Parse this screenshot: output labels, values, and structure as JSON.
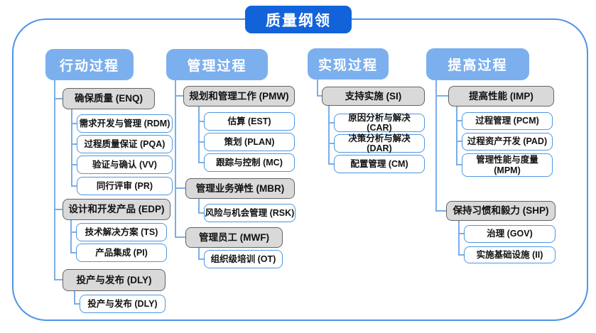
{
  "title": "质量纲领",
  "colors": {
    "title_bg": "#1263DA",
    "header_bg": "#7CAFEE",
    "parent_fill": "#D9D9D9",
    "parent_border": "#636363",
    "child_border": "#4D96E0",
    "line": "#7AAEE8",
    "container_border": "#4E94E8"
  },
  "columns": [
    {
      "header": "行动过程",
      "groups": [
        {
          "parent": "确保质量 (ENQ)",
          "children": [
            "需求开发与管理 (RDM)",
            "过程质量保证 (PQA)",
            "验证与确认 (VV)",
            "同行评审 (PR)"
          ]
        },
        {
          "parent": "设计和开发产品 (EDP)",
          "children": [
            "技术解决方案 (TS)",
            "产品集成 (PI)"
          ]
        },
        {
          "parent": "投产与发布 (DLY)",
          "children": [
            "投产与发布 (DLY)"
          ]
        }
      ]
    },
    {
      "header": "管理过程",
      "groups": [
        {
          "parent": "规划和管理工作 (PMW)",
          "children": [
            "估算 (EST)",
            "策划 (PLAN)",
            "跟踪与控制 (MC)"
          ]
        },
        {
          "parent": "管理业务弹性 (MBR)",
          "children": [
            "风险与机会管理 (RSK)"
          ]
        },
        {
          "parent": "管理员工 (MWF)",
          "children": [
            "组织级培训 (OT)"
          ]
        }
      ]
    },
    {
      "header": "实现过程",
      "groups": [
        {
          "parent": "支持实施 (SI)",
          "children": [
            "原因分析与解决 (CAR)",
            "决策分析与解决 (DAR)",
            "配置管理 (CM)"
          ]
        }
      ]
    },
    {
      "header": "提高过程",
      "groups": [
        {
          "parent": "提高性能 (IMP)",
          "children": [
            "过程管理 (PCM)",
            "过程资产开发 (PAD)",
            "管理性能与度量 (MPM)"
          ]
        },
        {
          "parent": "保持习惯和毅力 (SHP)",
          "children": [
            "治理 (GOV)",
            "实施基础设施 (II)"
          ]
        }
      ]
    }
  ]
}
